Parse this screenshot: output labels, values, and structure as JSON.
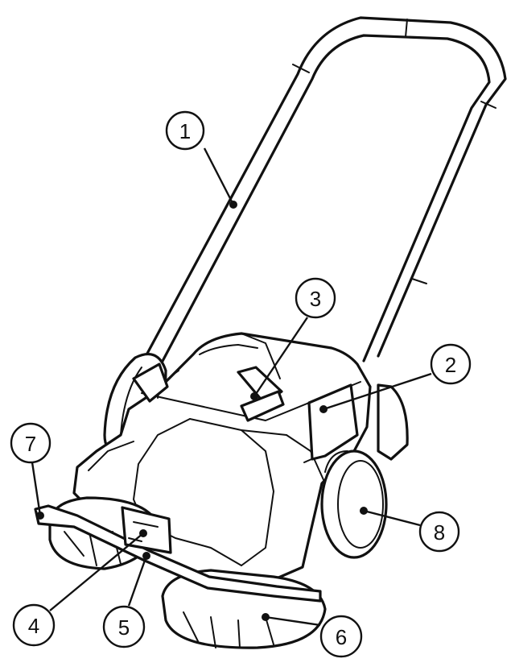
{
  "figure": {
    "callouts": [
      {
        "id": "1",
        "label": "1"
      },
      {
        "id": "2",
        "label": "2"
      },
      {
        "id": "3",
        "label": "3"
      },
      {
        "id": "4",
        "label": "4"
      },
      {
        "id": "5",
        "label": "5"
      },
      {
        "id": "6",
        "label": "6"
      },
      {
        "id": "7",
        "label": "7"
      },
      {
        "id": "8",
        "label": "8"
      }
    ]
  }
}
